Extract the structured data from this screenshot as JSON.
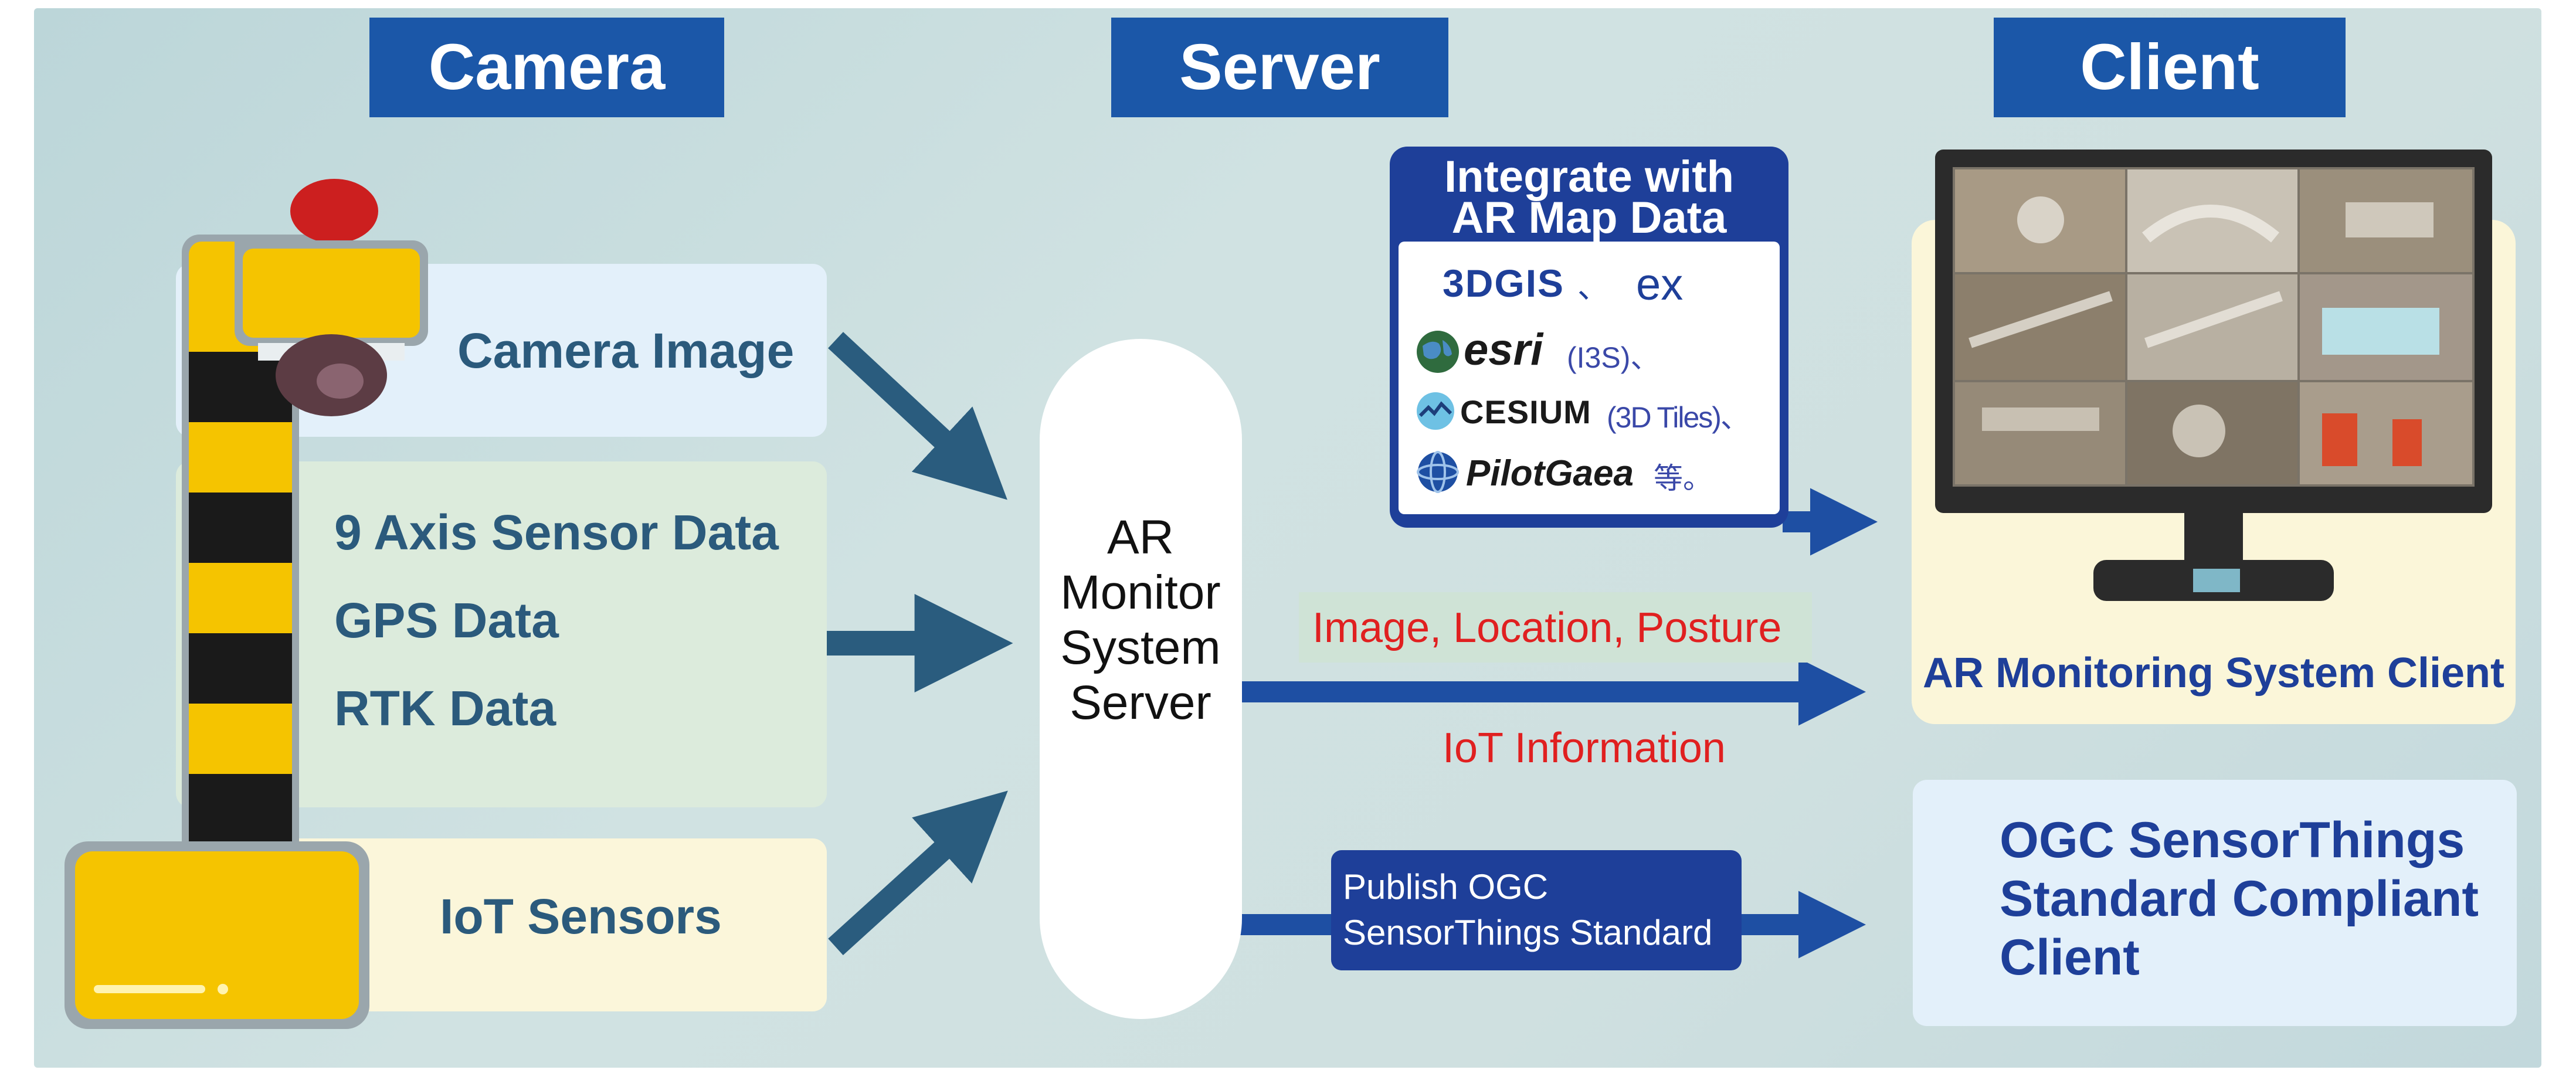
{
  "headers": {
    "camera": "Camera",
    "server": "Server",
    "client": "Client"
  },
  "inputs": {
    "camera_image": "Camera Image",
    "sensor_lines": [
      "9 Axis Sensor Data",
      "GPS Data",
      "RTK Data"
    ],
    "iot_sensors": "IoT Sensors"
  },
  "server": {
    "lines": [
      "AR",
      "Monitor",
      "System",
      "Server"
    ]
  },
  "map_box": {
    "title_lines": [
      "Integrate with",
      "AR Map Data"
    ],
    "logo_3dgis": "3DGIS",
    "logo_3dgis_suffix": "、",
    "ex": "ex",
    "logo_esri": "esri",
    "esri_suffix": "(I3S)、",
    "logo_cesium": "CESIUM",
    "cesium_suffix": "(3D Tiles)、",
    "logo_pilotgaea": "PilotGaea",
    "pilotgaea_suffix": "等。"
  },
  "flow_labels": {
    "image_location_posture": "Image, Location, Posture",
    "iot_information": "IoT Information",
    "publish_lines": [
      "Publish OGC",
      "SensorThings Standard"
    ]
  },
  "clients": {
    "ar_client": "AR Monitoring System Client",
    "ogc_lines": [
      "OGC SensorThings",
      "Standard Compliant",
      "Client"
    ]
  },
  "colors": {
    "header_blue": "#1b57a8",
    "arrow_teal": "#2a5c7e",
    "arrow_blue": "#1e4fa3",
    "label_red": "#e02020",
    "client_text": "#1e3f99",
    "post_yellow": "#f5c400",
    "light_blue_panel": "#e3f0fa",
    "light_green_panel": "#dcebdc",
    "light_yellow_panel": "#fbf6da"
  }
}
